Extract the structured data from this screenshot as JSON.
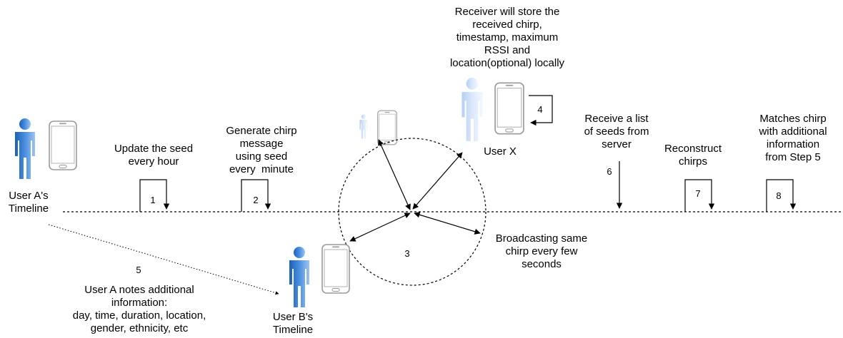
{
  "nodes": {
    "user_a": "User A's\nTimeline",
    "user_b": "User B's\nTimeline",
    "user_x": "User X"
  },
  "steps": {
    "s1": {
      "num": "1",
      "text": "Update the seed\nevery hour"
    },
    "s2": {
      "num": "2",
      "text": "Generate chirp\nmessage\nusing seed\nevery  minute"
    },
    "s3": {
      "num": "3",
      "text": "Broadcasting same\nchirp every few\nseconds"
    },
    "s4": {
      "num": "4",
      "text": "Receiver will store the\nreceived chirp,\ntimestamp, maximum\nRSSI and\nlocation(optional) locally"
    },
    "s5": {
      "num": "5",
      "text": "User A notes additional\ninformation:\nday, time, duration, location,\ngender, ethnicity, etc"
    },
    "s6": {
      "num": "6",
      "text": "Receive a list\nof seeds from\nserver"
    },
    "s7": {
      "num": "7",
      "text": "Reconstruct\nchirps"
    },
    "s8": {
      "num": "8",
      "text": "Matches chirp\nwith additional\ninformation\nfrom Step 5"
    }
  },
  "colors": {
    "person_light": "#dbe8fb",
    "person_mid": "#4a8fe0",
    "person_dark": "#1d5fb8",
    "phone_outline": "#9a9a9a",
    "line": "#000000"
  },
  "icons": [
    "person-icon",
    "smartphone-icon"
  ]
}
